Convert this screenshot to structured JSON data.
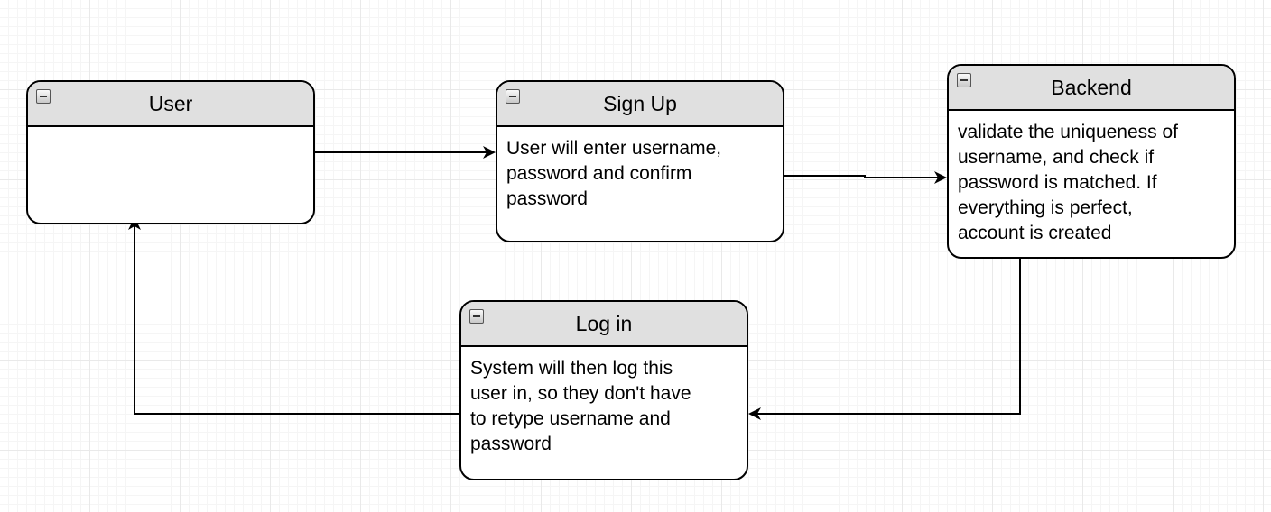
{
  "colors": {
    "stroke": "#000000",
    "header_fill": "#e0e0e0",
    "grid": "#e9e9e9"
  },
  "nodes": {
    "user": {
      "title": "User",
      "body": ""
    },
    "signup": {
      "title": "Sign Up",
      "body": "User will enter username,\npassword and confirm\npassword"
    },
    "backend": {
      "title": "Backend",
      "body": "validate the uniqueness of\nusername, and check if\npassword is matched. If\neverything is perfect,\naccount is created"
    },
    "login": {
      "title": "Log in",
      "body": "System will then log this\nuser in, so they don't have\nto retype username and\npassword"
    }
  },
  "edges": [
    {
      "from": "User",
      "to": "Sign Up"
    },
    {
      "from": "Sign Up",
      "to": "Backend"
    },
    {
      "from": "Backend",
      "to": "Log in"
    },
    {
      "from": "Log in",
      "to": "User"
    }
  ]
}
